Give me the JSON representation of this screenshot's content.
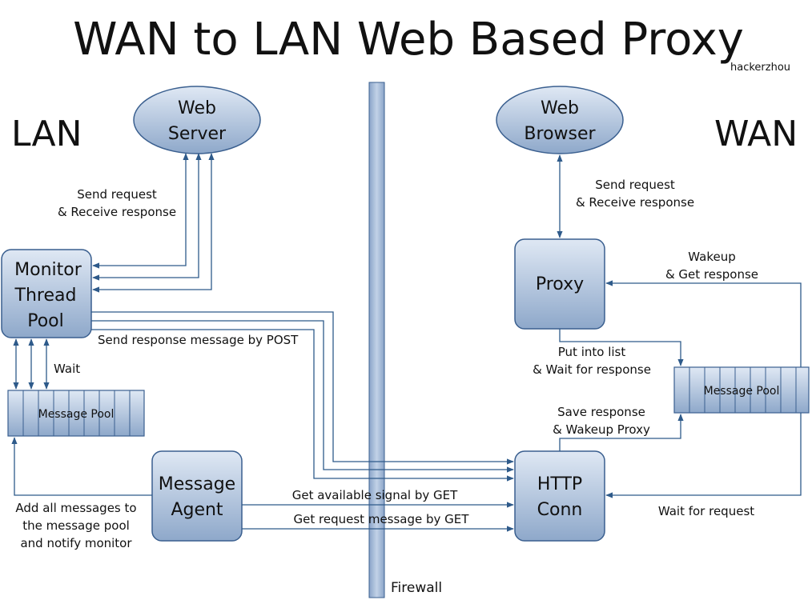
{
  "title": "WAN to LAN Web Based Proxy",
  "author": "hackerzhou",
  "zones": {
    "lan": "LAN",
    "wan": "WAN",
    "firewall": "Firewall"
  },
  "nodes": {
    "web_server": [
      "Web",
      "Server"
    ],
    "web_browser": [
      "Web",
      "Browser"
    ],
    "monitor_thread_pool": [
      "Monitor",
      "Thread",
      "Pool"
    ],
    "proxy": "Proxy",
    "message_agent": [
      "Message",
      "Agent"
    ],
    "http_conn": [
      "HTTP",
      "Conn"
    ],
    "lan_message_pool": "Message Pool",
    "wan_message_pool": "Message Pool"
  },
  "edge_labels": {
    "lan_send_request": [
      "Send request",
      "& Receive response"
    ],
    "wan_send_request": [
      "Send request",
      "& Receive response"
    ],
    "send_response_post": "Send response message by POST",
    "wait": "Wait",
    "add_messages": [
      "Add all messages to",
      "the message pool",
      "and notify monitor"
    ],
    "get_available_signal": "Get available signal by GET",
    "get_request_message": "Get request message by GET",
    "wakeup": [
      "Wakeup",
      "& Get response"
    ],
    "put_into_list": [
      "Put into list",
      "& Wait for response"
    ],
    "save_response": [
      "Save response",
      "& Wakeup Proxy"
    ],
    "wait_for_request": "Wait for request"
  },
  "colors": {
    "node_fill_top": "#d6e1ef",
    "node_fill_bottom": "#8fa9cb",
    "stroke": "#3a5f8f",
    "line": "#2e5a8a",
    "firewall": "#9db4d4"
  }
}
